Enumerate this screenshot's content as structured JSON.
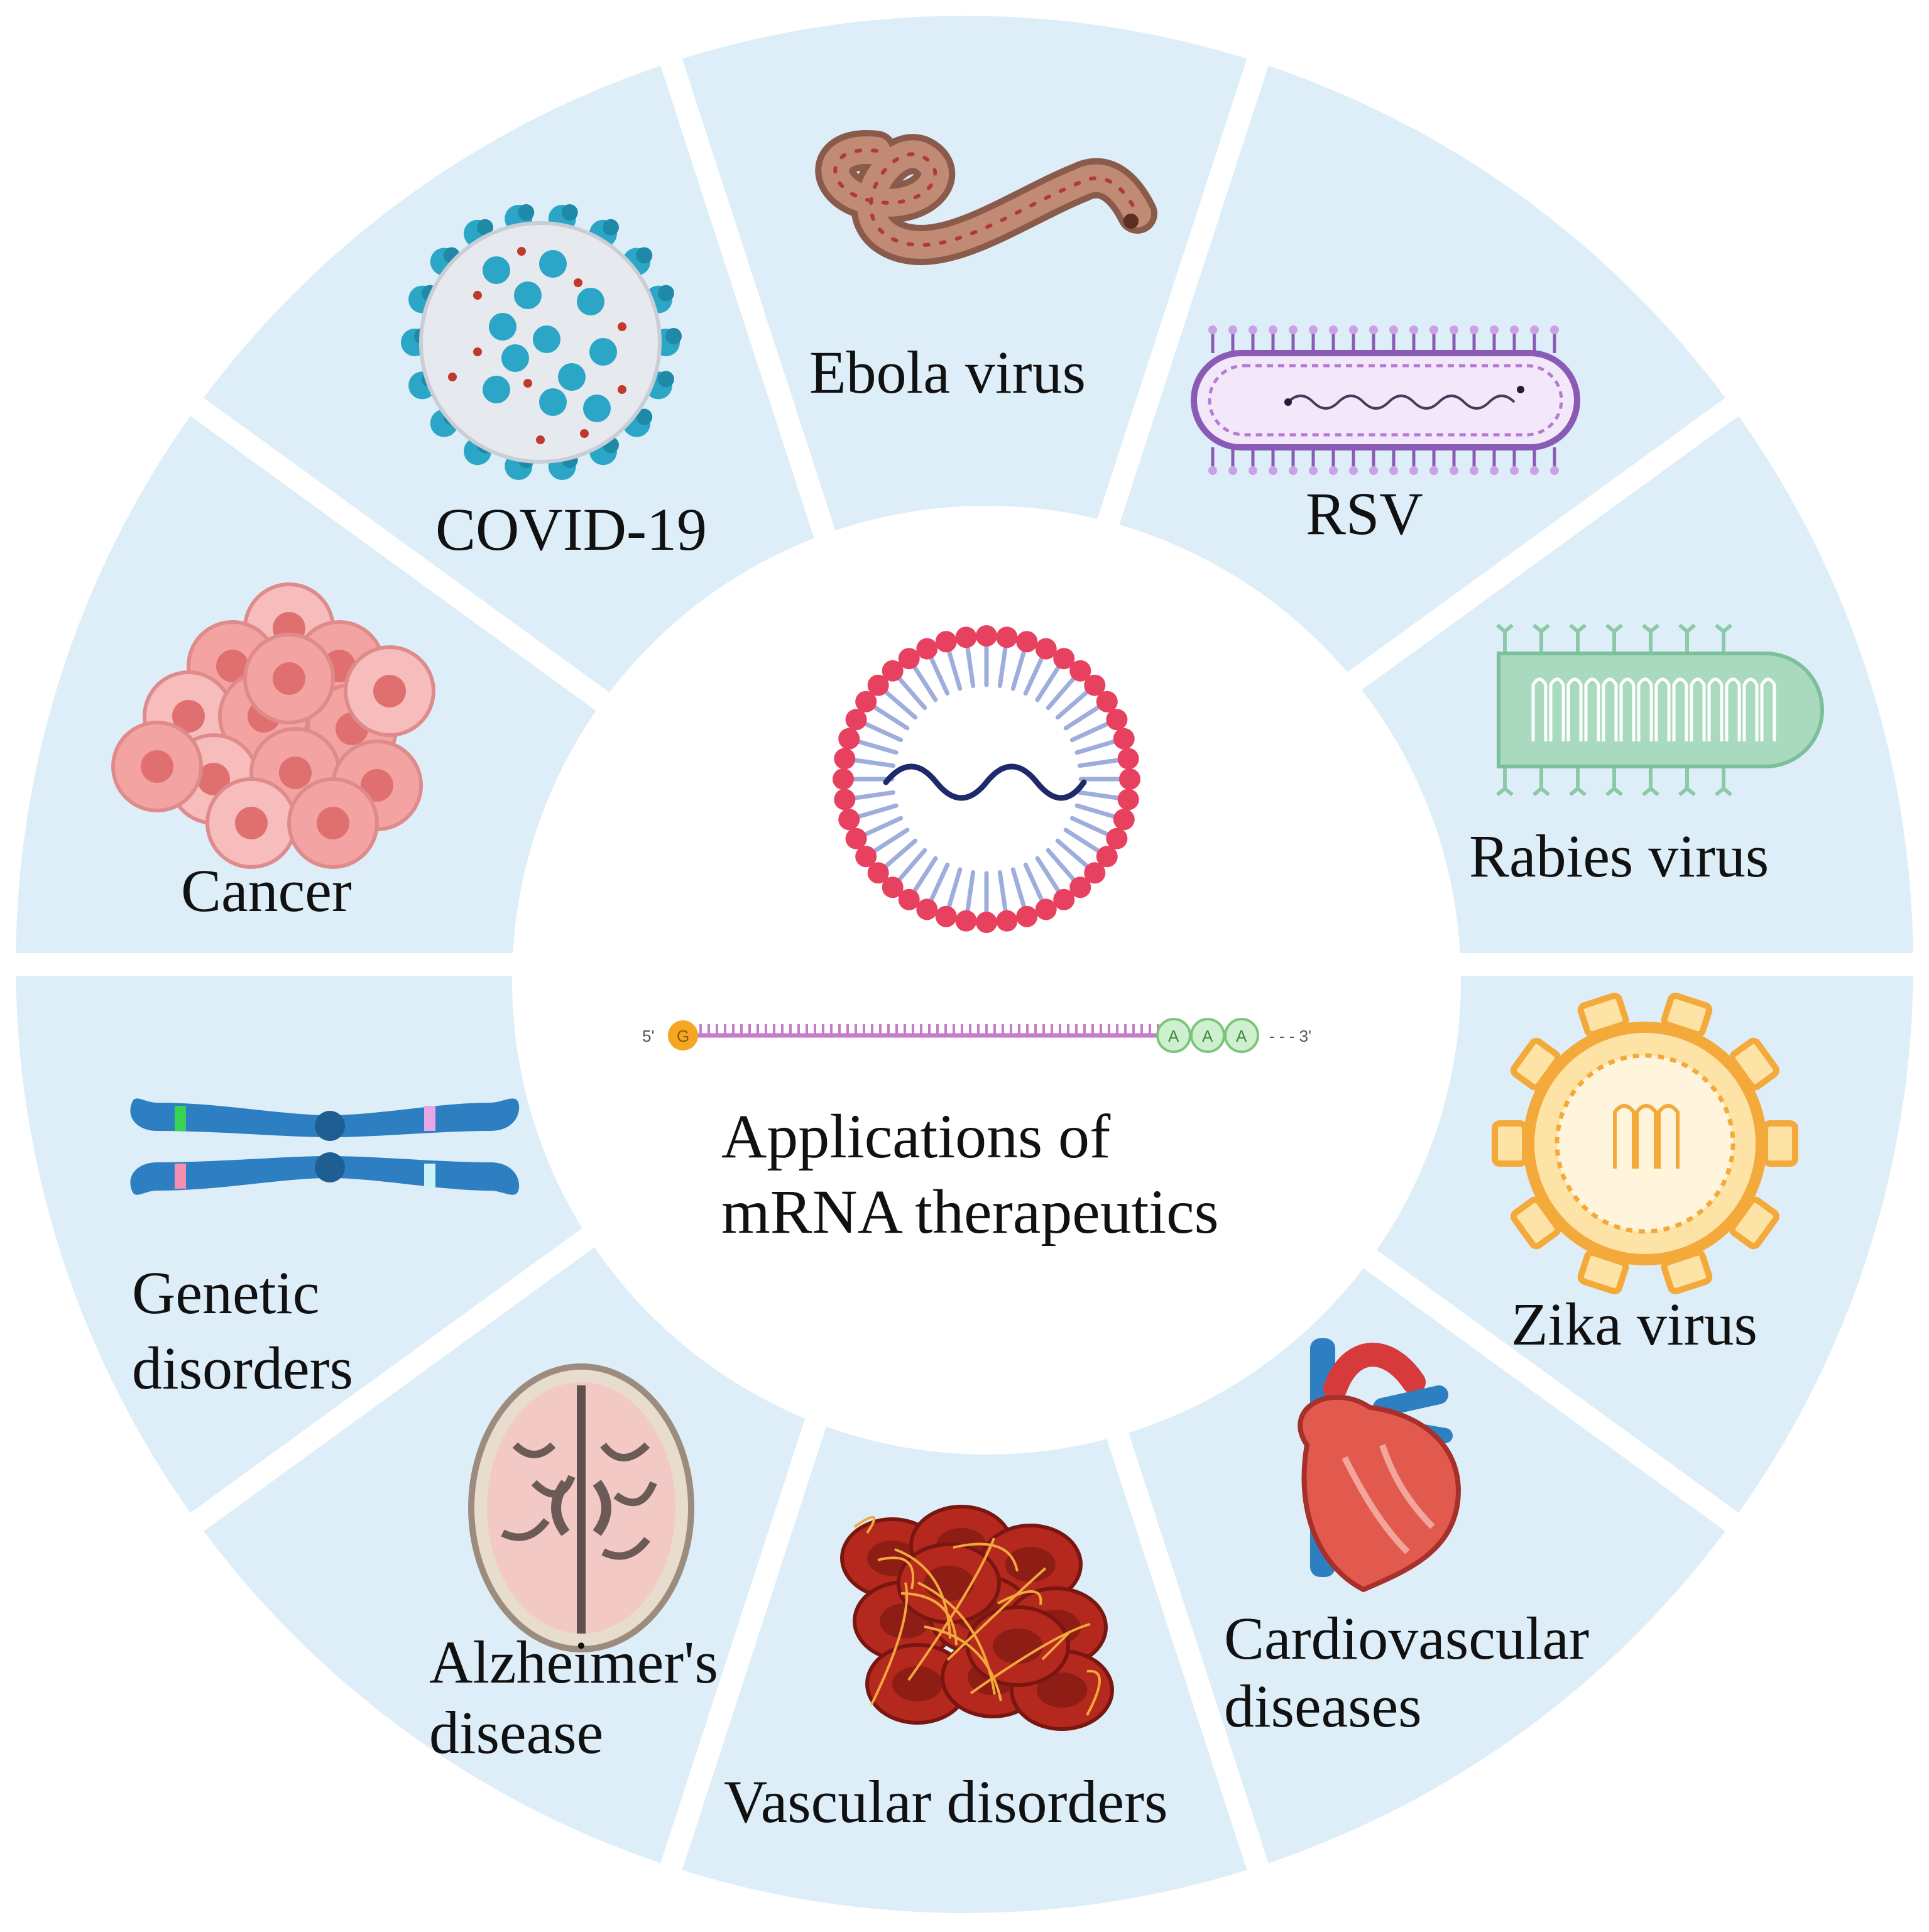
{
  "diagram": {
    "center": {
      "title_line1": "Applications of",
      "title_line2": "mRNA therapeutics",
      "mrna_strand": {
        "five_prime": "5'",
        "cap": "G",
        "tail": [
          "A",
          "A",
          "A"
        ],
        "three_prime": "- - - 3'"
      }
    },
    "segments": [
      {
        "id": "ebola",
        "label": "Ebola virus",
        "icon": "ebola-virus-icon"
      },
      {
        "id": "rsv",
        "label": "RSV",
        "icon": "rsv-virus-icon"
      },
      {
        "id": "rabies",
        "label": "Rabies virus",
        "icon": "rabies-virus-icon"
      },
      {
        "id": "zika",
        "label": "Zika virus",
        "icon": "zika-virus-icon"
      },
      {
        "id": "cardio",
        "label_line1": "Cardiovascular",
        "label_line2": "diseases",
        "icon": "heart-icon"
      },
      {
        "id": "vascular",
        "label": "Vascular disorders",
        "icon": "blood-clot-icon"
      },
      {
        "id": "alzheimer",
        "label_line1": "Alzheimer's",
        "label_line2": "disease",
        "icon": "brain-scan-icon"
      },
      {
        "id": "genetic",
        "label_line1": "Genetic",
        "label_line2": "disorders",
        "icon": "chromosome-icon"
      },
      {
        "id": "cancer",
        "label": "Cancer",
        "icon": "tumor-cells-icon"
      },
      {
        "id": "covid",
        "label": "COVID-19",
        "icon": "coronavirus-icon"
      }
    ],
    "colors": {
      "segment_fill": "#DDEEF9",
      "center_fill": "#FFFFFF",
      "separator": "#FFFFFF"
    }
  }
}
